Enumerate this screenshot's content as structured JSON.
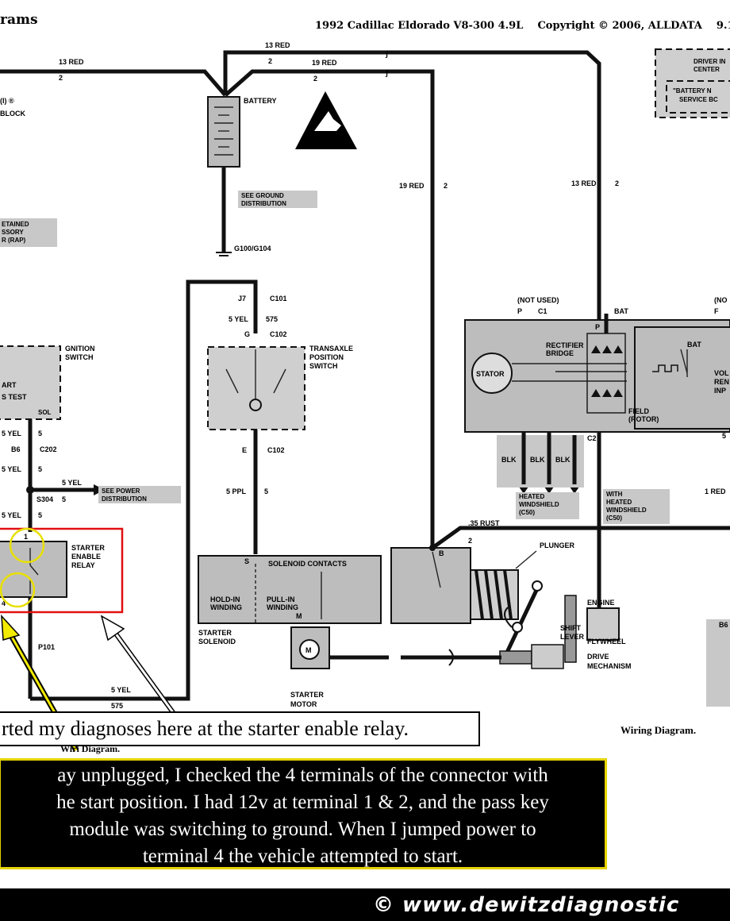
{
  "header": {
    "left": "rams",
    "right": "1992 Cadillac Eldorado V8-300 4.9L    Copyright © 2006, ALLDATA    9.10"
  },
  "labels": {
    "13red_top": "13 RED",
    "13red_left": "13 RED",
    "num_2_a": "2",
    "num_2_b": "2",
    "num_2_c": "2",
    "19red_top": "19 RED",
    "battery": "BATTERY",
    "see_ground_1": "SEE GROUND",
    "see_ground_2": "DISTRIBUTION",
    "g100": "G100/G104",
    "fuse_block_1": "(I) ®",
    "fuse_block_2": "BLOCK",
    "retained_1": "ETAINED",
    "retained_2": "SSORY",
    "retained_3": "R (RAP)",
    "driver_center_1": "DRIVER IN",
    "driver_center_2": "CENTER",
    "battery_service_1": "\"BATTERY N",
    "battery_service_2": "SERVICE BC",
    "19red_mid": "19 RED",
    "num_2_d": "2",
    "13red_mid": "13 RED",
    "num_2_e": "2",
    "j7": "J7",
    "c101": "C101",
    "5yel_a": "5 YEL",
    "575_a": "575",
    "g": "G",
    "c102_a": "C102",
    "transaxle_1": "TRANSAXLE",
    "transaxle_2": "POSITION",
    "transaxle_3": "SWITCH",
    "ignition_1": "GNITION",
    "ignition_2": "SWITCH",
    "start_1": "ART",
    "start_2": "S TEST",
    "sol": "SOL",
    "5yel_b": "5 YEL",
    "num_5_a": "5",
    "b6": "B6",
    "c202": "C202",
    "5yel_c": "5 YEL",
    "num_5_b": "5",
    "5yel_d": "5 YEL",
    "s304": "S304",
    "num_5_c": "5",
    "see_power_1": "SEE POWER",
    "see_power_2": "DISTRIBUTION",
    "5yel_e": "5 YEL",
    "num_5_d": "5",
    "e": "E",
    "c102_b": "C102",
    "5ppl": "5 PPL",
    "num_5_e": "5",
    "relay_term_1": "1",
    "relay_term_4": "4",
    "starter_relay_1": "STARTER",
    "starter_relay_2": "ENABLE",
    "starter_relay_3": "RELAY",
    "p101": "P101",
    "5yel_f": "5 YEL",
    "575_b": "575",
    "not_used": "(NOT USED)",
    "p_c1": "P",
    "c1": "C1",
    "bat": "BAT",
    "not_right": "(NO",
    "f": "F",
    "rectifier_1": "RECTIFIER",
    "rectifier_2": "BRIDGE",
    "stator": "STATOR",
    "p_inner": "P",
    "bat_inner": "BAT",
    "field_1": "FIELD",
    "field_2": "(ROTOR)",
    "volt_1": "VOL",
    "volt_2": "REN",
    "volt_3": "INP",
    "c2": "C2",
    "blk_1": "BLK",
    "blk_2": "BLK",
    "blk_3": "BLK",
    "heated_1": "HEATED",
    "heated_2": "WINDSHIELD",
    "heated_3": "(C50)",
    "with_1": "WITH",
    "with_2": "HEATED",
    "with_3": "WINDSHIELD",
    "with_4": "(C50)",
    "1red": "1 RED",
    "num_5_f": "5",
    "35rust": ".35 RUST",
    "num_2_f": "2",
    "plunger": "PLUNGER",
    "s_term": "S",
    "solenoid_contacts": "SOLENOID CONTACTS",
    "holdin_1": "HOLD-IN",
    "holdin_2": "WINDING",
    "pullin_1": "PULL-IN",
    "pullin_2": "WINDING",
    "m_term": "M",
    "starter_sol_1": "STARTER",
    "starter_sol_2": "SOLENOID",
    "b_term": "B",
    "engine": "ENGINE",
    "shift_1": "SHIFT",
    "shift_2": "LEVER",
    "flywheel": "FLYWHEEL",
    "drive_1": "DRIVE",
    "drive_2": "MECHANISM",
    "starter_motor_1": "STARTER",
    "starter_motor_2": "MOTOR",
    "m_motor": "M",
    "b6_right": "B6",
    "wiring_right": "Wiring Diagram.",
    "wiring_left": "Wiri    Diagram."
  },
  "captions": {
    "line1": "rted my diagnoses here at the starter enable relay.",
    "box_lines": [
      "ay unplugged, I checked the 4 terminals of the connector with",
      "he start position. I had 12v at terminal 1 & 2, and the pass key",
      "module was switching to ground. When I jumped power to",
      "terminal 4 the vehicle attempted to start."
    ]
  },
  "footer": {
    "brand": "© www.dewitzdiagnostic"
  },
  "colors": {
    "highlight_box": "#e01010",
    "circle_yellow": "#e8e000",
    "caption_border": "#e6d300"
  }
}
